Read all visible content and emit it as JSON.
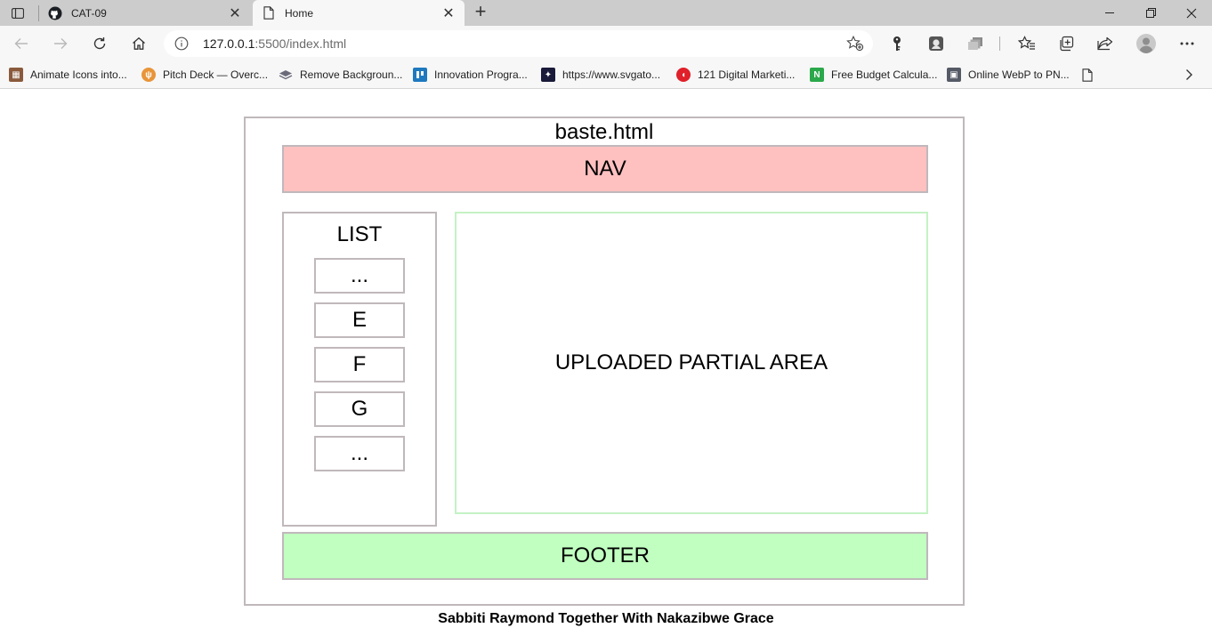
{
  "browser": {
    "tabs": [
      {
        "label": "CAT-09",
        "icon": "github-icon",
        "active": false
      },
      {
        "label": "Home",
        "icon": "page-icon",
        "active": true
      }
    ],
    "address": {
      "host": "127.0.0.1",
      "rest": ":5500/index.html"
    },
    "bookmarks": [
      {
        "label": "Animate Icons into...",
        "icon": "animate-icon",
        "color": "#8a5a3c"
      },
      {
        "label": "Pitch Deck — Overc...",
        "icon": "pitch-icon",
        "color": "#e8953a"
      },
      {
        "label": "Remove Backgroun...",
        "icon": "layers-icon",
        "color": "#5a5a6a"
      },
      {
        "label": "Innovation Progra...",
        "icon": "trello-icon",
        "color": "#1e79bf"
      },
      {
        "label": "https://www.svgato...",
        "icon": "svgator-icon",
        "color": "#1a1a3a"
      },
      {
        "label": "121 Digital Marketi...",
        "icon": "marketing-icon",
        "color": "#e0202a"
      },
      {
        "label": "Free Budget Calcula...",
        "icon": "budget-icon",
        "color": "#2aa84a"
      },
      {
        "label": "Online WebP to PN...",
        "icon": "converter-icon",
        "color": "#555a66"
      }
    ]
  },
  "page": {
    "title": "baste.html",
    "nav": "NAV",
    "list_title": "LIST",
    "list_items": [
      "...",
      "E",
      "F",
      "G",
      "..."
    ],
    "partial": "UPLOADED PARTIAL AREA",
    "footer": "FOOTER",
    "credit": "Sabbiti Raymond Together With Nakazibwe Grace"
  },
  "colors": {
    "nav_bg": "#ffc0c0",
    "footer_bg": "#c0ffc0",
    "partial_border": "#c4f2c4",
    "box_border": "#c0b8bc"
  }
}
